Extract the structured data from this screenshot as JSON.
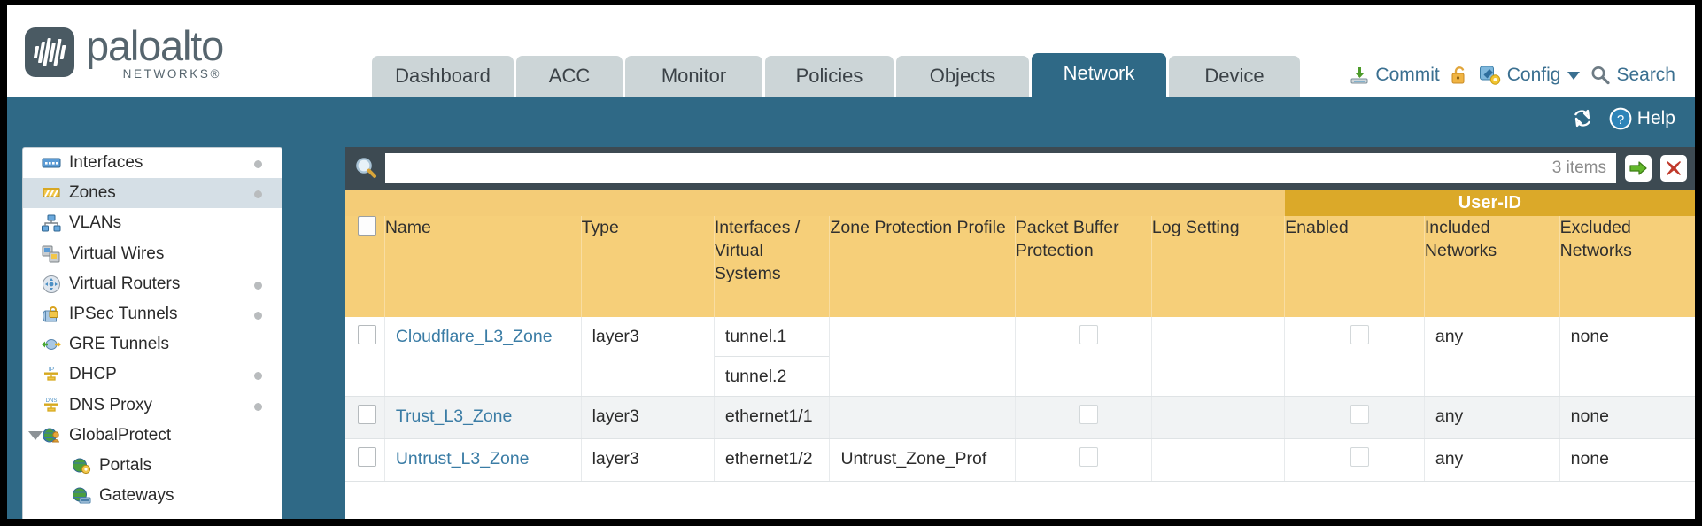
{
  "brand": {
    "name": "paloalto",
    "sub": "NETWORKS",
    "registered": "®"
  },
  "nav": {
    "tabs": [
      {
        "label": "Dashboard",
        "active": false,
        "width": 160
      },
      {
        "label": "ACC",
        "active": false,
        "width": 120
      },
      {
        "label": "Monitor",
        "active": false,
        "width": 155
      },
      {
        "label": "Policies",
        "active": false,
        "width": 145
      },
      {
        "label": "Objects",
        "active": false,
        "width": 150
      },
      {
        "label": "Network",
        "active": true,
        "width": 152
      },
      {
        "label": "Device",
        "active": false,
        "width": 148
      }
    ],
    "actions": {
      "commit": "Commit",
      "config": "Config",
      "search": "Search",
      "lock_icon": "padlock-unlocked-icon",
      "commit_icon": "commit-icon",
      "config_icon": "config-wrench-icon",
      "search_icon": "search-icon",
      "caret_icon": "chevron-down-icon"
    }
  },
  "banner": {
    "refresh_icon": "refresh-icon",
    "help_icon": "help-circle-icon",
    "help_label": "Help"
  },
  "sidebar": {
    "items": [
      {
        "label": "Interfaces",
        "icon": "interfaces-icon",
        "dot": true,
        "selected": false,
        "child": false,
        "expander": false
      },
      {
        "label": "Zones",
        "icon": "zones-icon",
        "dot": true,
        "selected": true,
        "child": false,
        "expander": false
      },
      {
        "label": "VLANs",
        "icon": "vlans-icon",
        "dot": false,
        "selected": false,
        "child": false,
        "expander": false
      },
      {
        "label": "Virtual Wires",
        "icon": "virtual-wires-icon",
        "dot": false,
        "selected": false,
        "child": false,
        "expander": false
      },
      {
        "label": "Virtual Routers",
        "icon": "virtual-routers-icon",
        "dot": true,
        "selected": false,
        "child": false,
        "expander": false
      },
      {
        "label": "IPSec Tunnels",
        "icon": "ipsec-tunnels-icon",
        "dot": true,
        "selected": false,
        "child": false,
        "expander": false
      },
      {
        "label": "GRE Tunnels",
        "icon": "gre-tunnels-icon",
        "dot": false,
        "selected": false,
        "child": false,
        "expander": false
      },
      {
        "label": "DHCP",
        "icon": "dhcp-icon",
        "dot": true,
        "selected": false,
        "child": false,
        "expander": false
      },
      {
        "label": "DNS Proxy",
        "icon": "dns-proxy-icon",
        "dot": true,
        "selected": false,
        "child": false,
        "expander": false
      },
      {
        "label": "GlobalProtect",
        "icon": "globalprotect-icon",
        "dot": false,
        "selected": false,
        "child": false,
        "expander": true
      },
      {
        "label": "Portals",
        "icon": "portals-icon",
        "dot": false,
        "selected": false,
        "child": true,
        "expander": false
      },
      {
        "label": "Gateways",
        "icon": "gateways-icon",
        "dot": false,
        "selected": false,
        "child": true,
        "expander": false
      }
    ]
  },
  "search": {
    "icon": "search-magnifier-icon",
    "value": "",
    "item_count": "3 items",
    "apply_icon": "green-arrow-apply-icon",
    "clear_icon": "red-x-clear-icon"
  },
  "table": {
    "group_header": "User-ID",
    "columns": [
      "Name",
      "Type",
      "Interfaces / Virtual Systems",
      "Zone Protection Profile",
      "Packet Buffer Protection",
      "Log Setting",
      "Enabled",
      "Included Networks",
      "Excluded Networks"
    ],
    "column_lines": [
      "Interfaces /",
      "Virtual",
      "Systems"
    ],
    "rows": [
      {
        "selected": false,
        "name": "Cloudflare_L3_Zone",
        "type": "layer3",
        "interfaces": [
          "tunnel.1",
          "tunnel.2"
        ],
        "zone_protection_profile": "",
        "packet_buffer_protection": false,
        "log_setting": "",
        "userid_enabled": false,
        "included_networks": "any",
        "excluded_networks": "none"
      },
      {
        "selected": false,
        "name": "Trust_L3_Zone",
        "type": "layer3",
        "interfaces": [
          "ethernet1/1"
        ],
        "zone_protection_profile": "",
        "packet_buffer_protection": false,
        "log_setting": "",
        "userid_enabled": false,
        "included_networks": "any",
        "excluded_networks": "none"
      },
      {
        "selected": false,
        "name": "Untrust_L3_Zone",
        "type": "layer3",
        "interfaces": [
          "ethernet1/2"
        ],
        "zone_protection_profile": "Untrust_Zone_Prof",
        "packet_buffer_protection": false,
        "log_setting": "",
        "userid_enabled": false,
        "included_networks": "any",
        "excluded_networks": "none"
      }
    ]
  },
  "colors": {
    "banner_blue": "#2f6986",
    "header_gold": "#f6cf79",
    "group_gold": "#dba929",
    "link_blue": "#3a7ca5",
    "panel_dark": "#3d4a52"
  }
}
